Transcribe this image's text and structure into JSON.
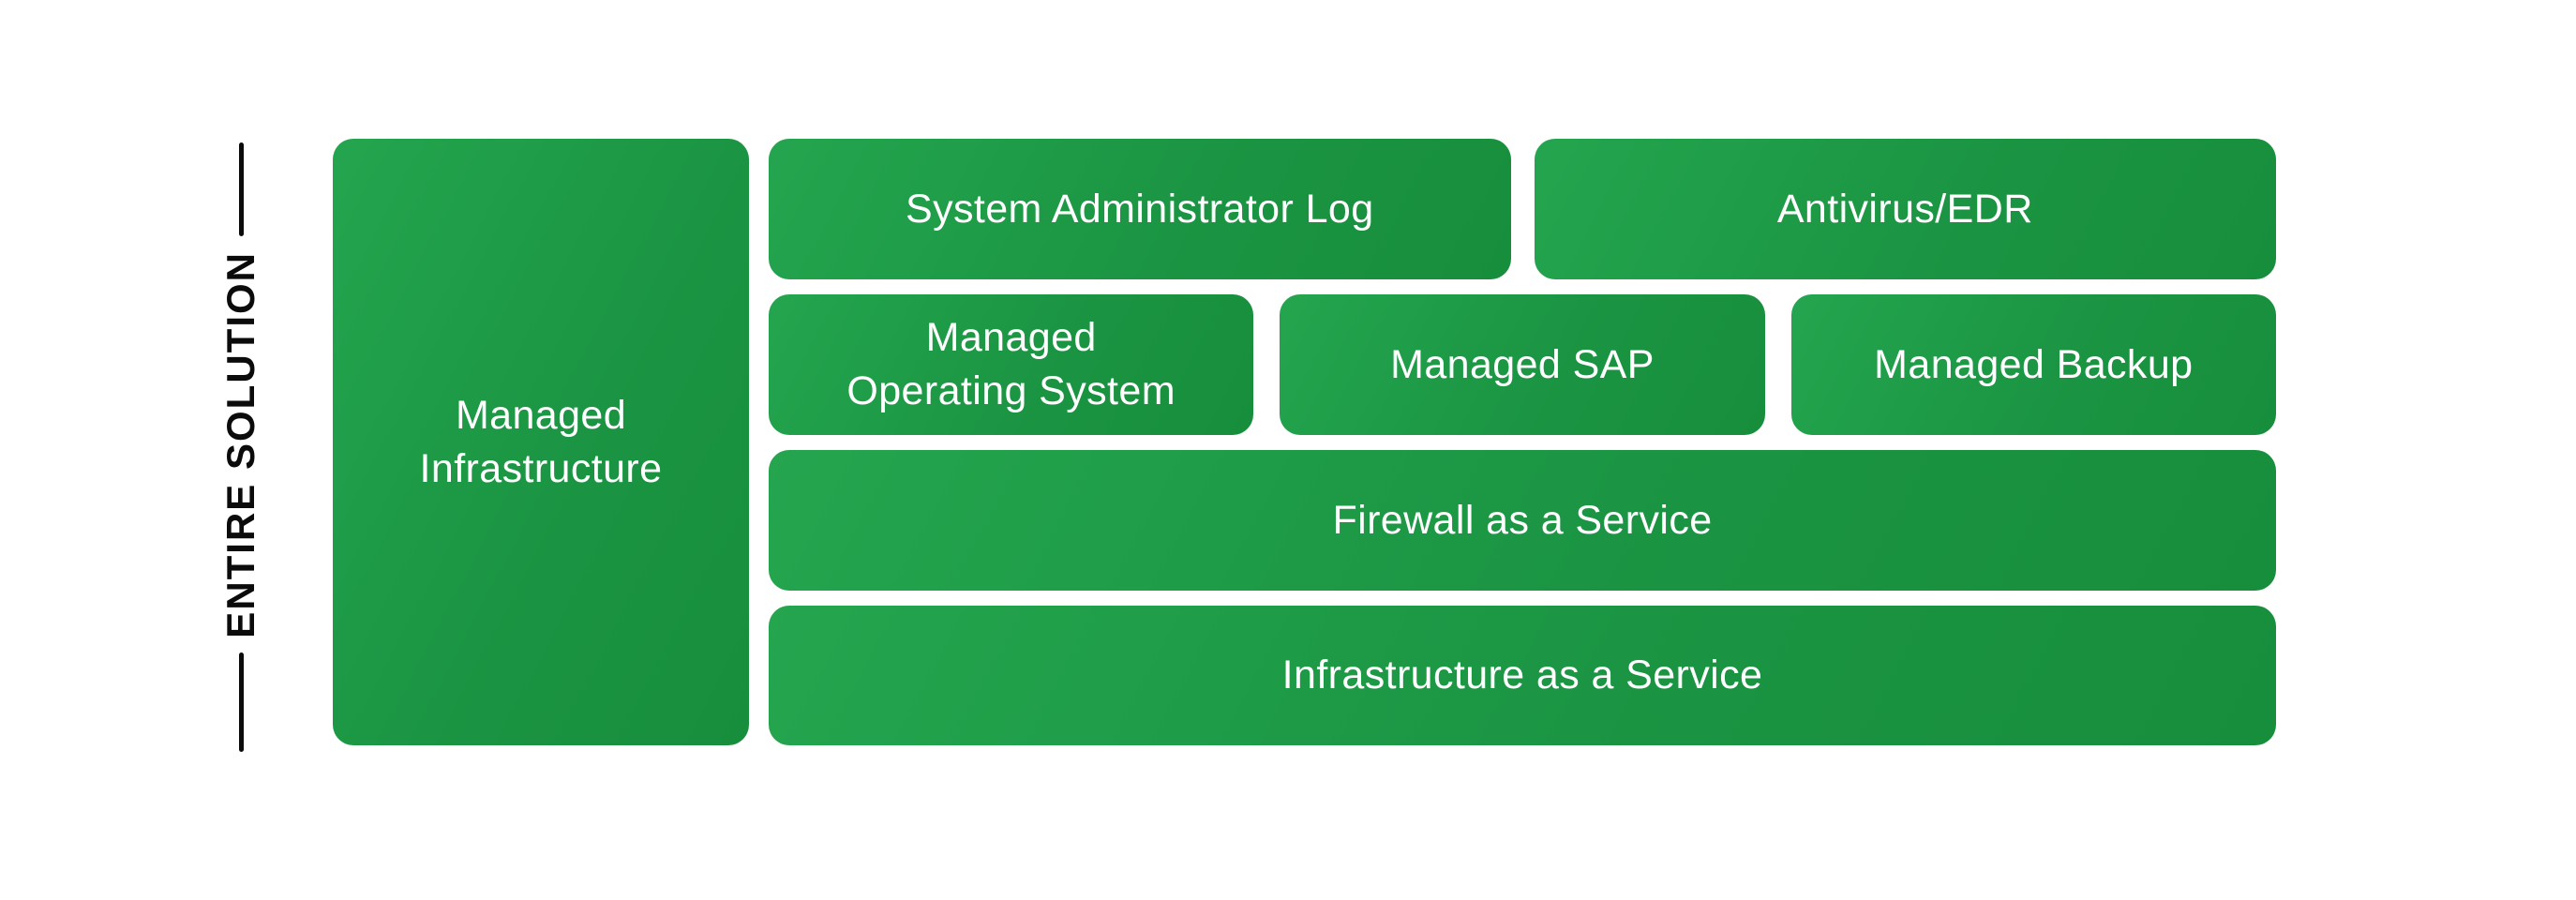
{
  "side_label": {
    "text": "ENTIRE SOLUTION"
  },
  "colors": {
    "background": "#FFFFFF",
    "box_gradient_start": "#24A54E",
    "box_gradient_end": "#178E3C",
    "box_text": "#FFFFFF",
    "label_text": "#0B0B0B"
  },
  "boxes": {
    "managed_infrastructure": {
      "line1": "Managed",
      "line2": "Infrastructure"
    },
    "system_administrator_log": {
      "label": "System Administrator Log"
    },
    "antivirus_edr": {
      "label": "Antivirus/EDR"
    },
    "managed_operating_system": {
      "line1": "Managed",
      "line2": "Operating System"
    },
    "managed_sap": {
      "label": "Managed SAP"
    },
    "managed_backup": {
      "label": "Managed Backup"
    },
    "firewall_as_a_service": {
      "label": "Firewall as a Service"
    },
    "infrastructure_as_a_service": {
      "label": "Infrastructure as a Service"
    }
  }
}
